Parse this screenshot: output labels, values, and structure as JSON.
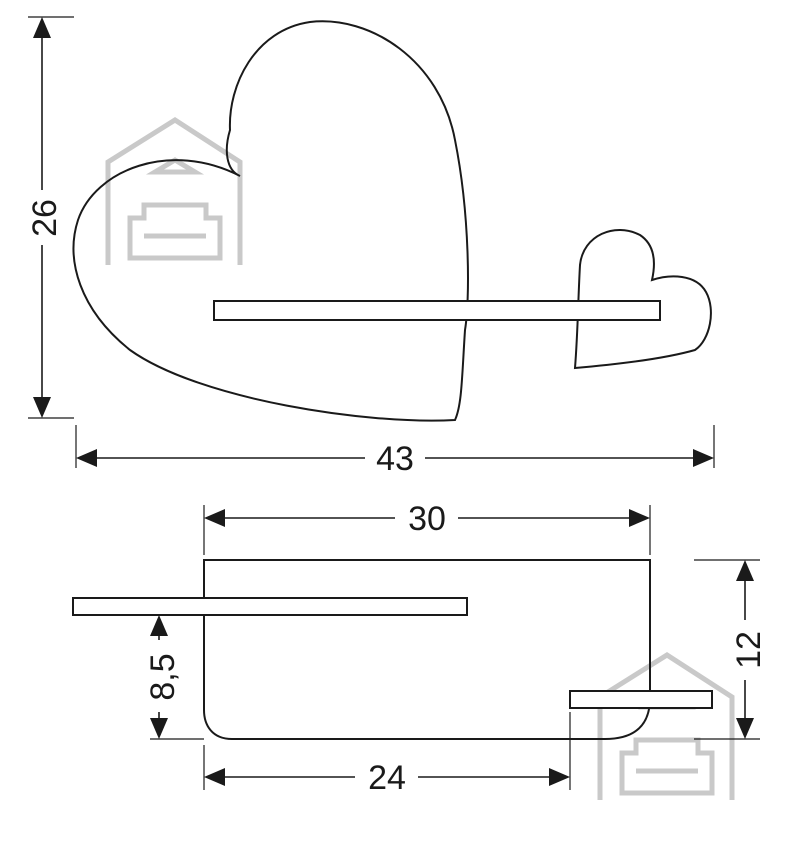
{
  "front_view": {
    "dim_height": "26",
    "dim_width": "43"
  },
  "top_view": {
    "dim_depth_back": "30",
    "dim_depth_front": "24",
    "dim_height": "12",
    "dim_shelf_height": "8,5"
  },
  "watermark_icon": "house-logo-watermark"
}
